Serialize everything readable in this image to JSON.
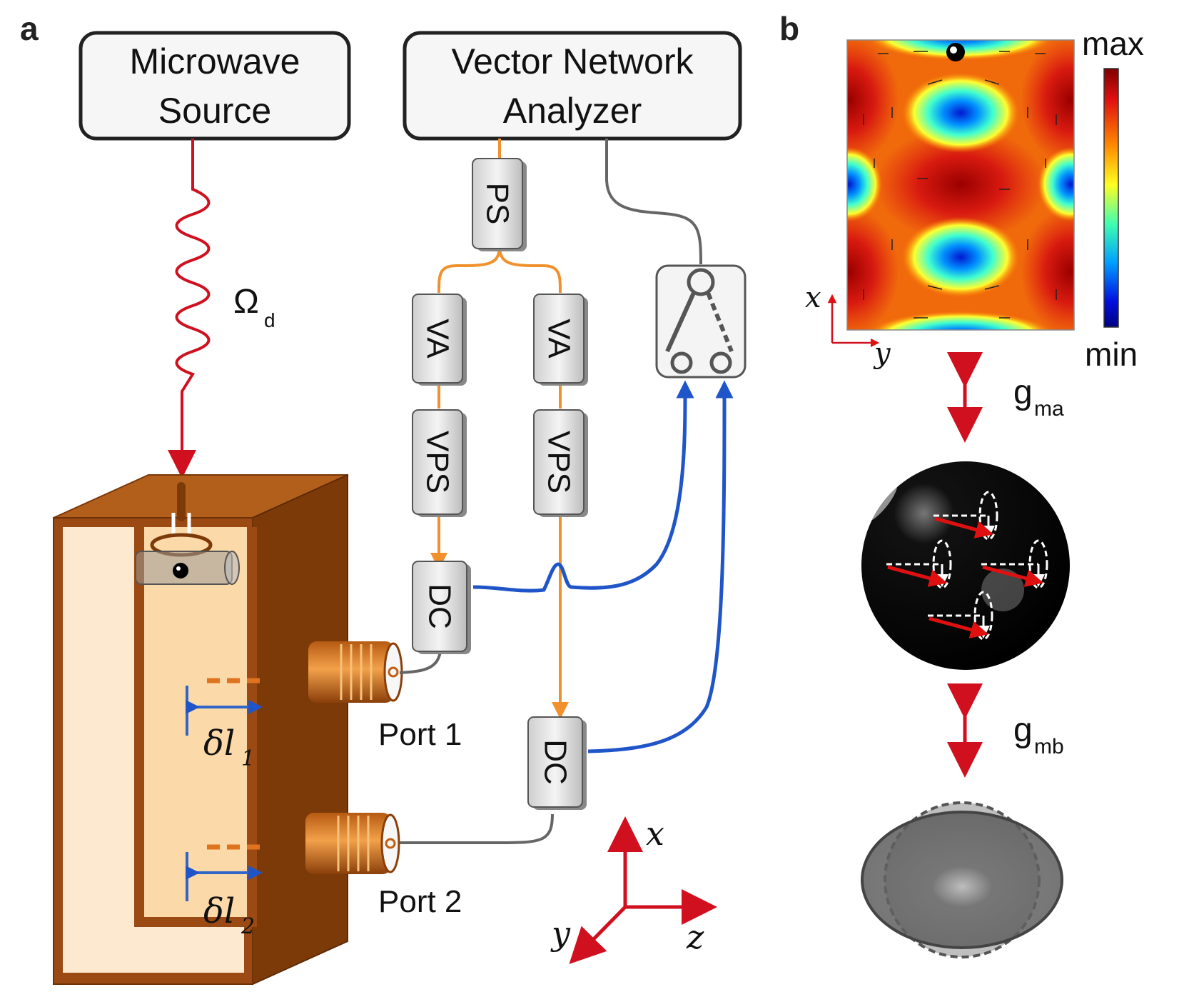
{
  "panels": {
    "a": "a",
    "b": "b"
  },
  "instruments": {
    "source_line1": "Microwave",
    "source_line2": "Source",
    "vna_line1": "Vector Network",
    "vna_line2": "Analyzer"
  },
  "components": {
    "ps": "PS",
    "va": "VA",
    "vps": "VPS",
    "dc": "DC"
  },
  "drive_label": {
    "symbol": "Ω",
    "sub": "d"
  },
  "ports": {
    "port1": "Port 1",
    "port2": "Port 2"
  },
  "shifts": {
    "dl1": {
      "main": "δl",
      "sub": "1"
    },
    "dl2": {
      "main": "δl",
      "sub": "2"
    }
  },
  "axes_a": {
    "x": "x",
    "y": "y",
    "z": "z"
  },
  "axes_b": {
    "x": "x",
    "y": "y"
  },
  "colorbar": {
    "max": "max",
    "min": "min"
  },
  "couplings": {
    "gma": {
      "main": "g",
      "sub": "ma"
    },
    "gmb": {
      "main": "g",
      "sub": "mb"
    }
  },
  "colors": {
    "copper": "#9a4a12",
    "cavity_inner": "#fde9cf",
    "orange_cable": "#f0912e",
    "blue_cable": "#1f55c8",
    "red": "#d0101e",
    "gray_cable": "#666666"
  }
}
